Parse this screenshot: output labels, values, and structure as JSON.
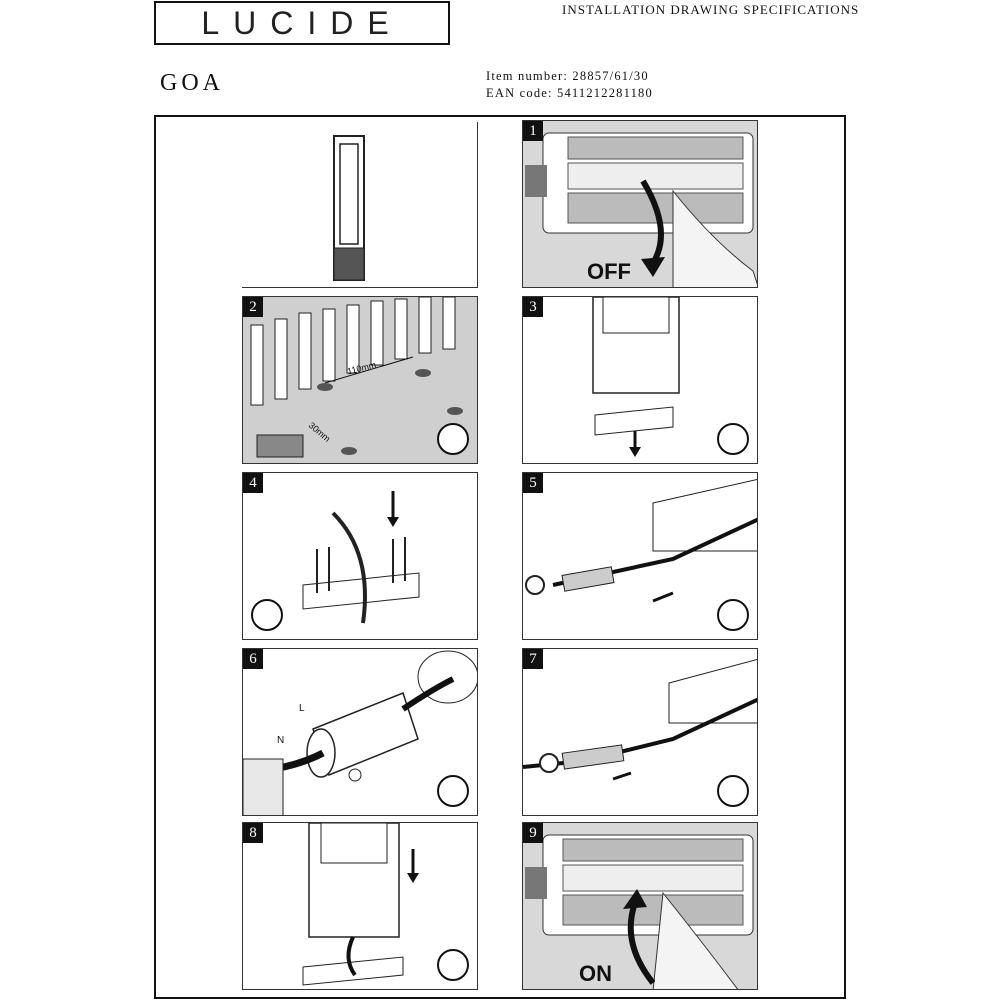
{
  "header": {
    "logo_text": "LUCIDE",
    "spec_title": "INSTALLATION DRAWING SPECIFICATIONS",
    "product_name": "GOA",
    "item_number": "Item number: 28857/61/30",
    "ean_code": "EAN code: 5411212281180"
  },
  "panels": [
    {
      "number": "",
      "caption": ""
    },
    {
      "number": "1",
      "caption": "OFF"
    },
    {
      "number": "2",
      "dim_a": "110mm",
      "dim_b": "30mm"
    },
    {
      "number": "3"
    },
    {
      "number": "4"
    },
    {
      "number": "5"
    },
    {
      "number": "6",
      "label_l": "L",
      "label_n": "N"
    },
    {
      "number": "7"
    },
    {
      "number": "8"
    },
    {
      "number": "9",
      "caption": "ON"
    }
  ],
  "colors": {
    "ink": "#111111",
    "panel_fill": "#e6e6e6",
    "breaker": "#cfcfcf"
  }
}
